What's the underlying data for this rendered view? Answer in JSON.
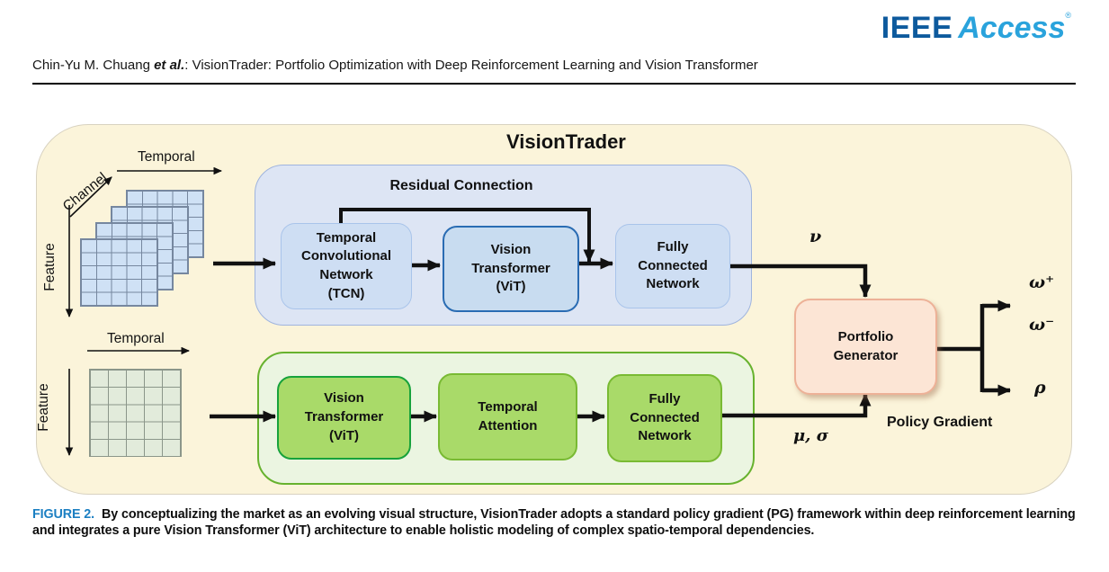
{
  "header": {
    "authors": "Chin-Yu M. Chuang ",
    "etal": "et al.",
    "title_rest": ": VisionTrader: Portfolio Optimization with Deep Reinforcement Learning and Vision Transformer",
    "logo_ieee": "IEEE",
    "logo_access": "Access",
    "logo_mark": "®"
  },
  "diagram": {
    "title": "VisionTrader",
    "top_input": {
      "temporal": "Temporal",
      "channel": "Channel",
      "feature": "Feature",
      "grid_rows": 5,
      "grid_cols": 5,
      "layers": 4
    },
    "bottom_input": {
      "temporal": "Temporal",
      "feature": "Feature",
      "grid_rows": 5,
      "grid_cols": 5
    },
    "blue": {
      "residual": "Residual Connection",
      "tcn": "Temporal\nConvolutional\nNetwork\n(TCN)",
      "vit": "Vision\nTransformer\n(ViT)",
      "fcn": "Fully\nConnected\nNetwork"
    },
    "green": {
      "vit": "Vision\nTransformer\n(ViT)",
      "ta": "Temporal\nAttention",
      "fcn": "Fully\nConnected\nNetwork"
    },
    "pg_box": "Portfolio\nGenerator",
    "labels": {
      "nu": "ν",
      "mu_sigma": "μ, σ",
      "omega_plus": "ω⁺",
      "omega_minus": "ω⁻",
      "rho": "ρ",
      "policy_gradient": "Policy Gradient"
    }
  },
  "caption": {
    "label": "FIGURE 2.",
    "text": "By conceptualizing the market as an evolving visual structure, VisionTrader adopts a standard policy gradient (PG) framework within deep reinforcement learning and integrates a pure Vision Transformer (ViT) architecture to enable holistic modeling of complex spatio-temporal dependencies."
  },
  "colors": {
    "caption_accent": "#1b7fc2",
    "ieee_blue": "#0d5a9d",
    "access_blue": "#2aa3dc",
    "canvas_cream": "#fbf4da",
    "blue_container": "#dde5f4",
    "blue_box": "#cedef3",
    "blue_vit_border": "#2a6cb3",
    "green_container": "#ebf5e1",
    "green_box": "#a9da69",
    "green_vit_border": "#17a23b",
    "portfolio_fill": "#fce5d5",
    "arrow": "#111111"
  }
}
